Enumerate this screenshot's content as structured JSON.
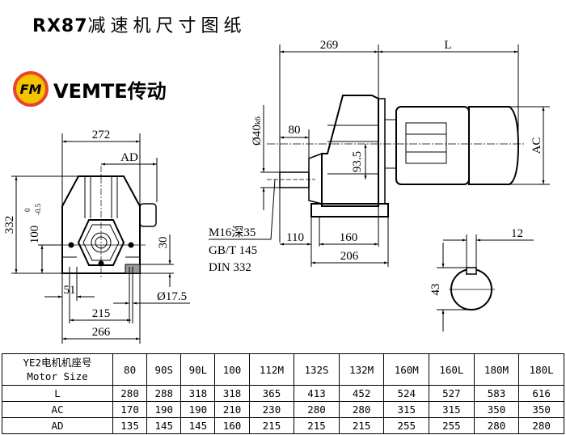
{
  "title": {
    "model": "RX87",
    "suffix": "减速机尺寸图纸"
  },
  "logo": {
    "badge": "FM",
    "text": "VEMTE传动"
  },
  "front_view": {
    "width_top": "272",
    "ad": "AD",
    "height": "332",
    "shaft_height": "100",
    "shaft_tol_upper": "0",
    "shaft_tol_lower": "-0.5",
    "foot_thickness": "30",
    "foot_edge": "51",
    "hole_dia": "Ø17.5",
    "foot_span": "215",
    "base_width": "266"
  },
  "side_view": {
    "gear_length": "269",
    "motor_length": "L",
    "shaft_length": "80",
    "shaft_dia": "Ø40",
    "shaft_fit": "k6",
    "center_height": "93.5",
    "ac": "AC",
    "shaft_offset": "110",
    "foot_spacing": "160",
    "base_length": "206",
    "thread": "M16深35",
    "standard1": "GB/T 145",
    "standard2": "DIN 332"
  },
  "key_section": {
    "key_width": "12",
    "key_height": "43"
  },
  "table": {
    "header_cn": "YE2电机机座号",
    "header_en": "Motor Size",
    "sizes": [
      "80",
      "90S",
      "90L",
      "100",
      "112M",
      "132S",
      "132M",
      "160M",
      "160L",
      "180M",
      "180L"
    ],
    "rows": [
      {
        "label": "L",
        "values": [
          "280",
          "288",
          "318",
          "318",
          "365",
          "413",
          "452",
          "524",
          "527",
          "583",
          "616"
        ]
      },
      {
        "label": "AC",
        "values": [
          "170",
          "190",
          "190",
          "210",
          "230",
          "280",
          "280",
          "315",
          "315",
          "350",
          "350"
        ]
      },
      {
        "label": "AD",
        "values": [
          "135",
          "145",
          "145",
          "160",
          "215",
          "215",
          "215",
          "255",
          "255",
          "280",
          "280"
        ]
      }
    ]
  },
  "colors": {
    "logo_ring": "#e8452c",
    "logo_fill": "#f5c400"
  }
}
